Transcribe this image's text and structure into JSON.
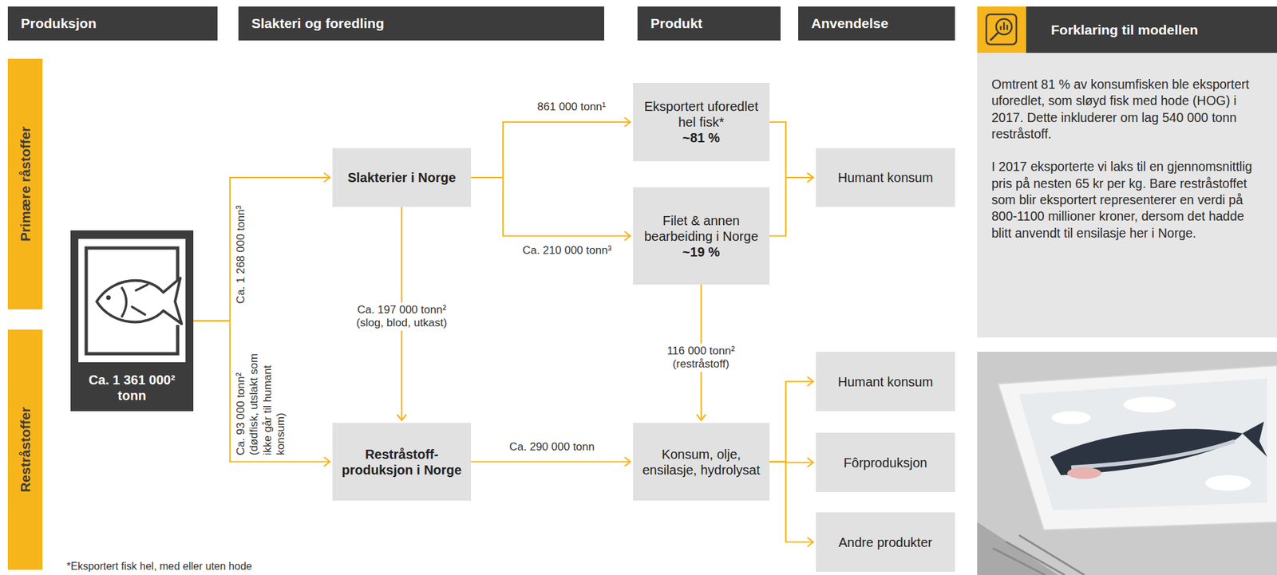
{
  "diagram": {
    "nodes": [
      {
        "text": [
          "Produksjon"
        ]
      },
      {
        "text": [
          "Slakteri og foredling"
        ]
      },
      {
        "text": [
          "Produkt"
        ]
      },
      {
        "text": [
          "Anvendelse"
        ]
      },
      {
        "text": [
          "Forklaring til modellen"
        ]
      },
      {
        "text": [
          "Omtrent 81 % av konsumfisken ble eksportert uforedlet, som sløyd fisk med hode (HOG) i 2017. Dette inkluderer om lag 540 000 tonn restråstoff.",
          "I 2017 eksporterte vi laks til en gjennomsnittlig pris på nesten 65 kr per kg. Bare restråstoffet som blir eksportert representerer en verdi på 800-1100 millioner kroner, dersom det hadde blitt anvendt til ensilasje her i Norge."
        ]
      },
      {
        "text": [
          "Primære råstoffer"
        ]
      },
      {
        "text": [
          "Restråstoffer"
        ]
      },
      {
        "text": [
          "Ca. 1 361 000² tonn"
        ]
      },
      {
        "text": [
          "Slakterier i Norge"
        ]
      },
      {
        "text": [
          "Eksportert uforedlet hel fisk*",
          "~81 %"
        ]
      },
      {
        "text": [
          "Filet & annen bearbeiding i Norge",
          "~19 %"
        ]
      },
      {
        "text": [
          "Humant konsum"
        ]
      },
      {
        "text": [
          "Restråstoff-produksjon i Norge"
        ]
      },
      {
        "text": [
          "Konsum, olje, ensilasje, hydrolysat"
        ]
      },
      {
        "text": [
          "Humant konsum"
        ]
      },
      {
        "text": [
          "Fôrproduksjon"
        ]
      },
      {
        "text": [
          "Andre produkter"
        ]
      }
    ],
    "edges": [
      {
        "from": 8,
        "to": 9,
        "label": "Ca. 1 268 000 tonn³",
        "arrow": "to"
      },
      {
        "from": 8,
        "to": 13,
        "label": "Ca. 93 000 tonn² (dødfisk, utslakt som ikke går til humant konsum)",
        "arrow": "to"
      },
      {
        "from": 9,
        "to": 10,
        "label": "861 000 tonn¹",
        "arrow": "to"
      },
      {
        "from": 9,
        "to": 11,
        "label": "Ca. 210 000 tonn³",
        "arrow": "to"
      },
      {
        "from": 9,
        "to": 13,
        "label": "Ca. 197 000 tonn² (slog, blod, utkast)",
        "arrow": "to"
      },
      {
        "from": 10,
        "to": 12,
        "arrow": "to"
      },
      {
        "from": 11,
        "to": 12,
        "arrow": "to"
      },
      {
        "from": 11,
        "to": 14,
        "label": "116 000 tonn² (restråstoff)",
        "arrow": "to"
      },
      {
        "from": 13,
        "to": 14,
        "label": "Ca. 290 000 tonn",
        "arrow": "to"
      },
      {
        "from": 14,
        "to": 15,
        "arrow": "to"
      },
      {
        "from": 14,
        "to": 16,
        "arrow": "to"
      },
      {
        "from": 14,
        "to": 17,
        "arrow": "to"
      }
    ],
    "labels": [
      "*Eksportert fisk hel, med eller uten hode"
    ]
  }
}
